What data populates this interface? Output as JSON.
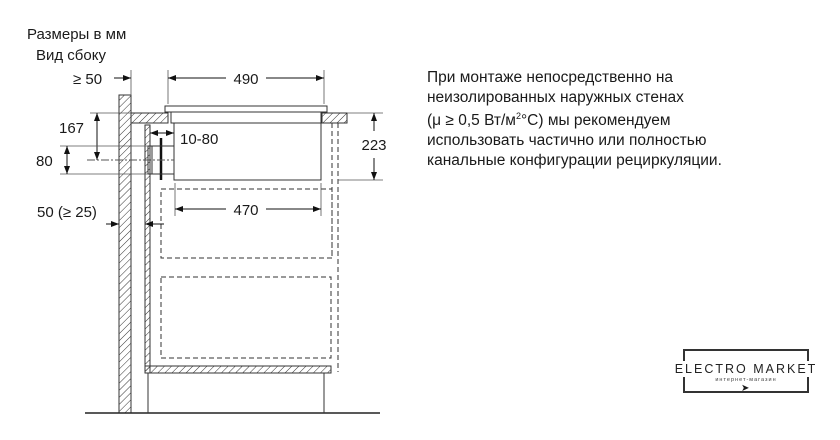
{
  "header": {
    "line1": "Размеры в мм",
    "line2": "Вид сбоку"
  },
  "dimensions": {
    "wall_gap": "≥ 50",
    "width_top": "490",
    "depth_167": "167",
    "duct_80": "80",
    "gap_10_80": "10-80",
    "height_223": "223",
    "inner_470": "470",
    "rear_gap": "50 (≥ 25)"
  },
  "note": {
    "lines": [
      "При монтаже непосредственно на",
      "неизолированных наружных стенах",
      "(μ ≥ 0,5 Вт/м",
      "°C) мы рекомендуем",
      "использовать частично или полностью",
      "канальные конфигурации рециркуляции."
    ],
    "superscript": "2"
  },
  "logo": {
    "title": "ELECTRO MARKET",
    "subtitle": "интернет-магазин"
  }
}
